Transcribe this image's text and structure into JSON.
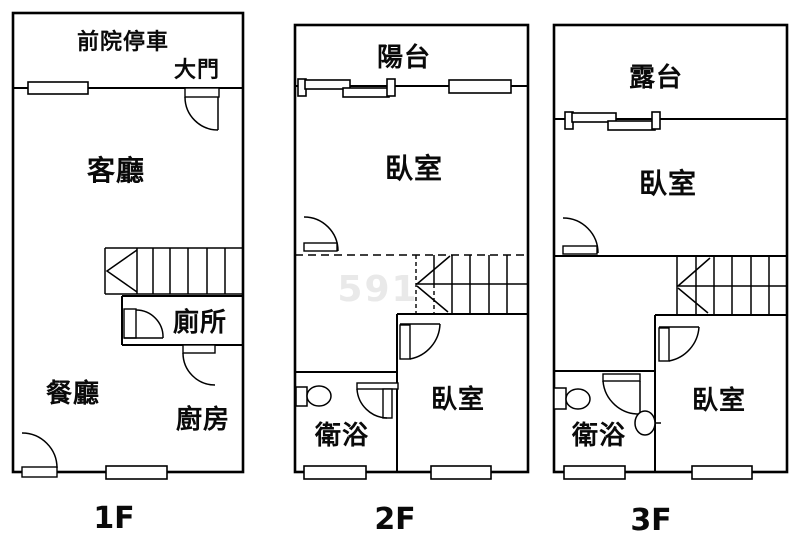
{
  "watermark": "591",
  "colors": {
    "line": "#000000",
    "background": "#ffffff"
  },
  "floors": [
    {
      "label": "1F",
      "rooms": {
        "front_yard": "前院停車",
        "main_door": "大門",
        "living_room": "客廳",
        "toilet": "廁所",
        "dining_room": "餐廳",
        "kitchen": "廚房"
      }
    },
    {
      "label": "2F",
      "rooms": {
        "balcony": "陽台",
        "bedroom_upper": "臥室",
        "bedroom_lower": "臥室",
        "bathroom": "衛浴"
      }
    },
    {
      "label": "3F",
      "rooms": {
        "terrace": "露台",
        "bedroom_upper": "臥室",
        "bedroom_lower": "臥室",
        "bathroom": "衛浴"
      }
    }
  ]
}
